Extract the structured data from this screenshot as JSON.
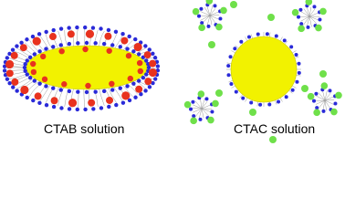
{
  "captions": {
    "ctab": "CTAB solution",
    "ctac": "CTAC solution"
  },
  "colors": {
    "core": "#f2f200",
    "core_stroke": "#c8c800",
    "headgroup": "#2a2ad8",
    "bromide": "#e8321e",
    "chloride": "#6fe04a",
    "tail": "#9a9a9a",
    "text": "#000000"
  },
  "icons": {
    "ctab_counterion": "bromide-ion",
    "ctac_counterion": "chloride-ion",
    "surfactant_head": "headgroup-bead"
  }
}
